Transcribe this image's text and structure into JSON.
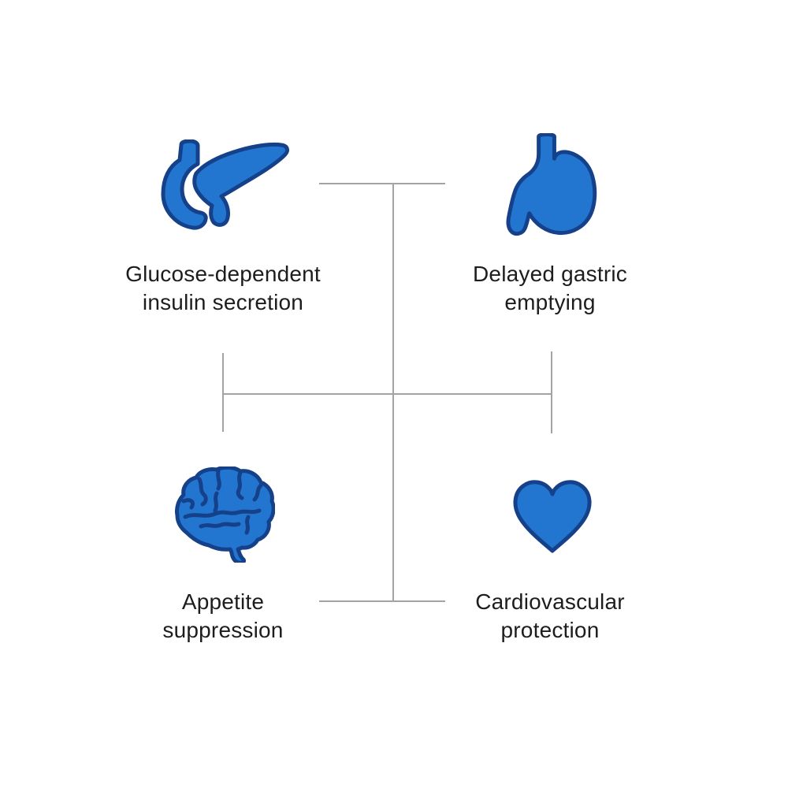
{
  "colors": {
    "background": "#ffffff",
    "icon-fill": "#2276d0",
    "icon-stroke": "#15418a",
    "connector": "#a3a3a3",
    "text": "#1d1d20"
  },
  "diagram": {
    "type": "mechanism-quadrant-diagram",
    "nodes": [
      {
        "id": "pancreas",
        "icon": "pancreas-icon",
        "label": "Glucose-dependent\ninsulin secretion"
      },
      {
        "id": "stomach",
        "icon": "stomach-icon",
        "label": "Delayed gastric\nemptying"
      },
      {
        "id": "brain",
        "icon": "brain-icon",
        "label": "Appetite\nsuppression"
      },
      {
        "id": "heart",
        "icon": "heart-icon",
        "label": "Cardiovascular\nprotection"
      }
    ]
  }
}
